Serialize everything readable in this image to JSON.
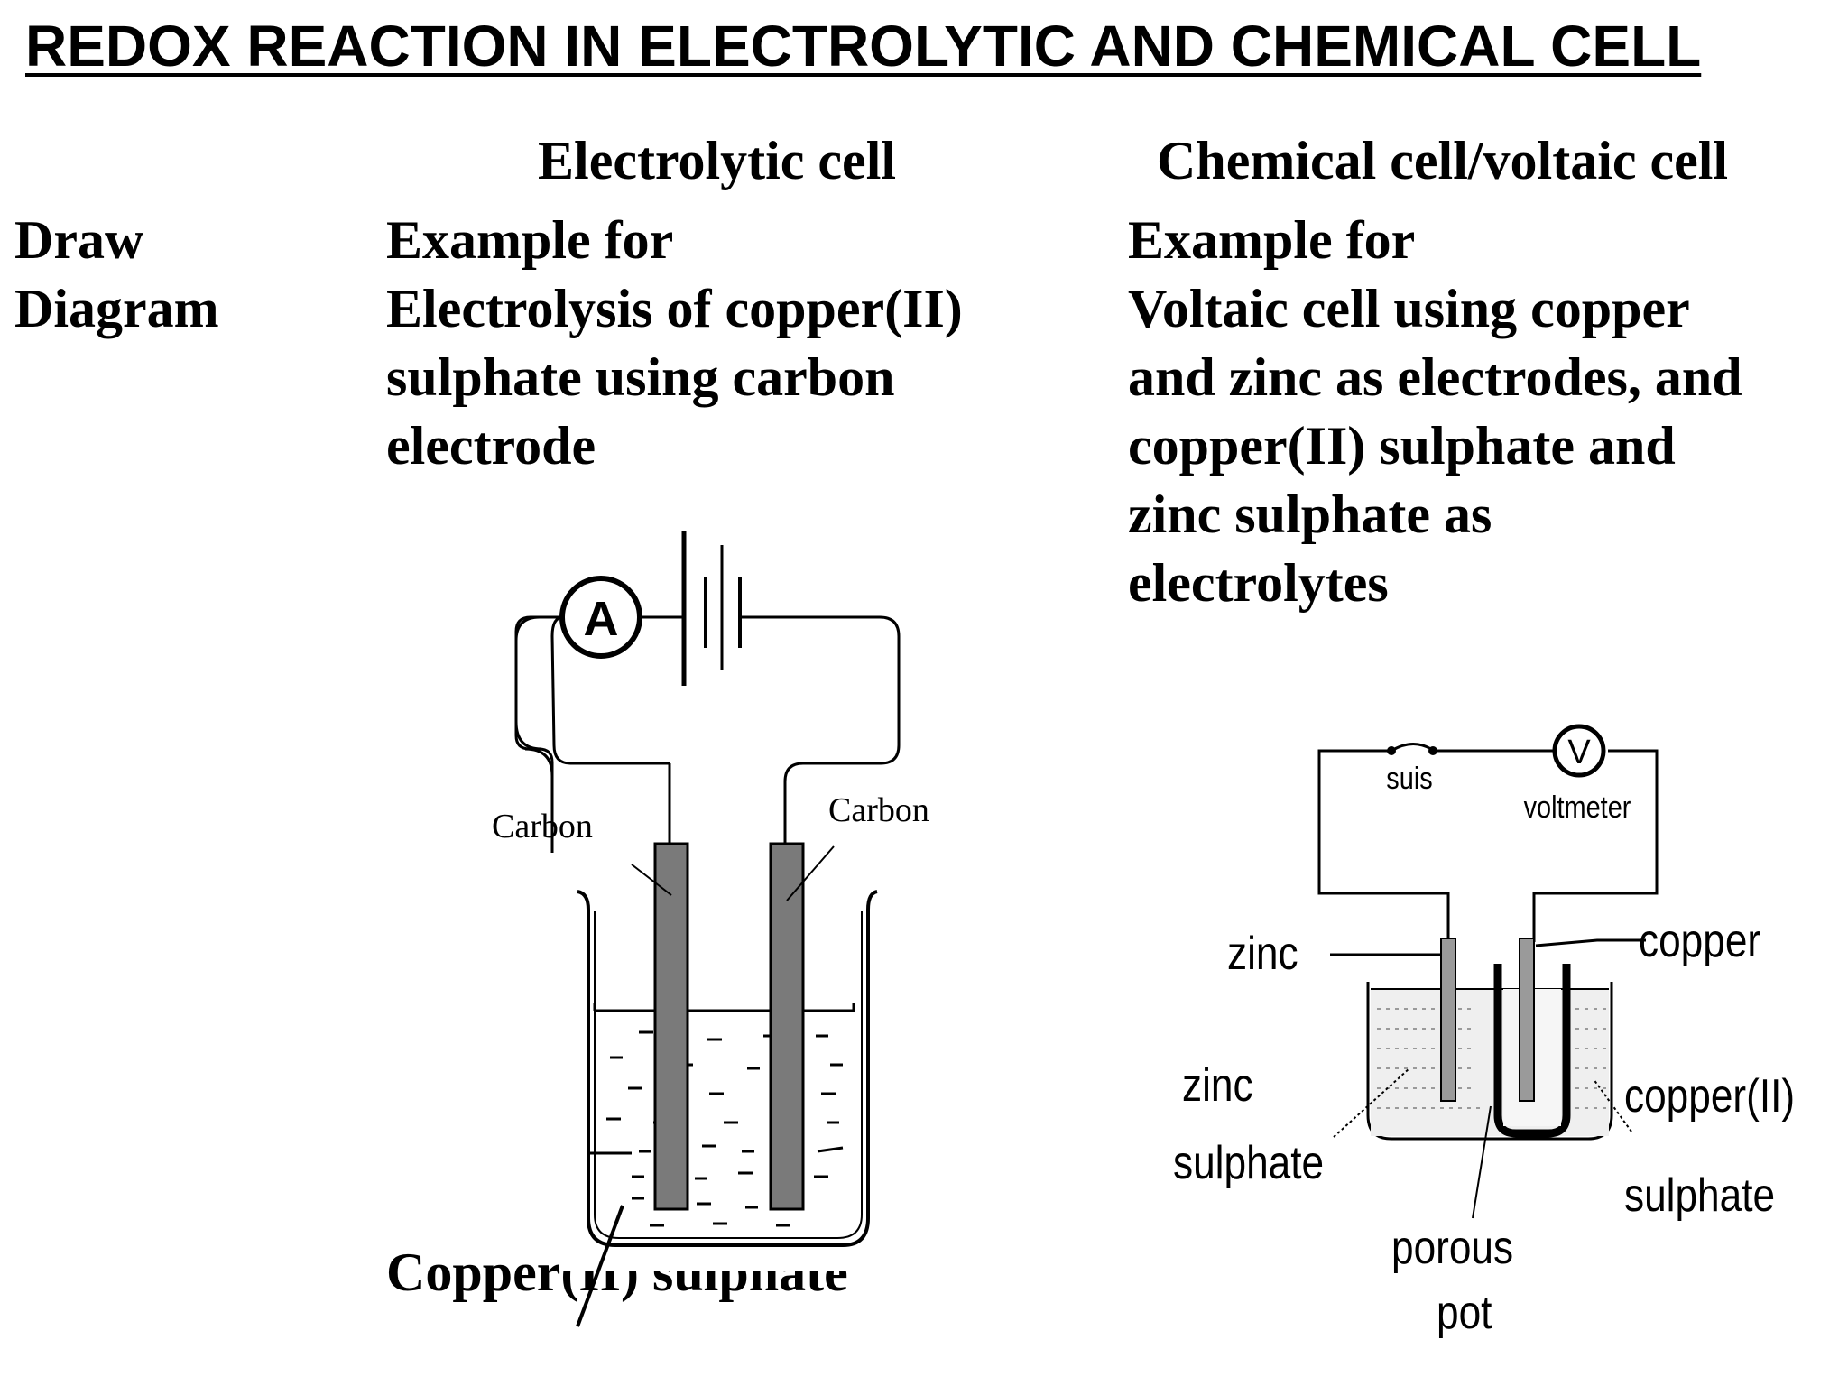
{
  "title": "REDOX REACTION IN ELECTROLYTIC AND CHEMICAL CELL",
  "columns": {
    "electrolytic": "Electrolytic cell",
    "chemical": "Chemical cell/voltaic cell"
  },
  "row": {
    "label_lines": [
      "Draw",
      "Diagram"
    ]
  },
  "electrolytic": {
    "description_lines": [
      "Example for",
      "Electrolysis of copper(II)",
      "sulphate using carbon",
      "electrode"
    ],
    "diagram": {
      "ammeter": "A",
      "electrode_left": "Carbon",
      "electrode_right": "Carbon",
      "electrolyte": "Copper(II) sulphate"
    }
  },
  "chemical": {
    "description_lines": [
      "Example for",
      "Voltaic cell using copper",
      "and zinc as electrodes, and",
      "copper(II) sulphate and",
      "zinc sulphate as",
      "electrolytes"
    ],
    "diagram": {
      "switch": "suis",
      "meter_symbol": "V",
      "meter": "voltmeter",
      "zinc": "zinc",
      "copper": "copper",
      "zinc_solution_lines": [
        "zinc",
        "sulphate"
      ],
      "copper_solution_lines": [
        "copper(II)",
        "sulphate"
      ],
      "pot_lines": [
        "porous",
        "pot"
      ]
    }
  }
}
